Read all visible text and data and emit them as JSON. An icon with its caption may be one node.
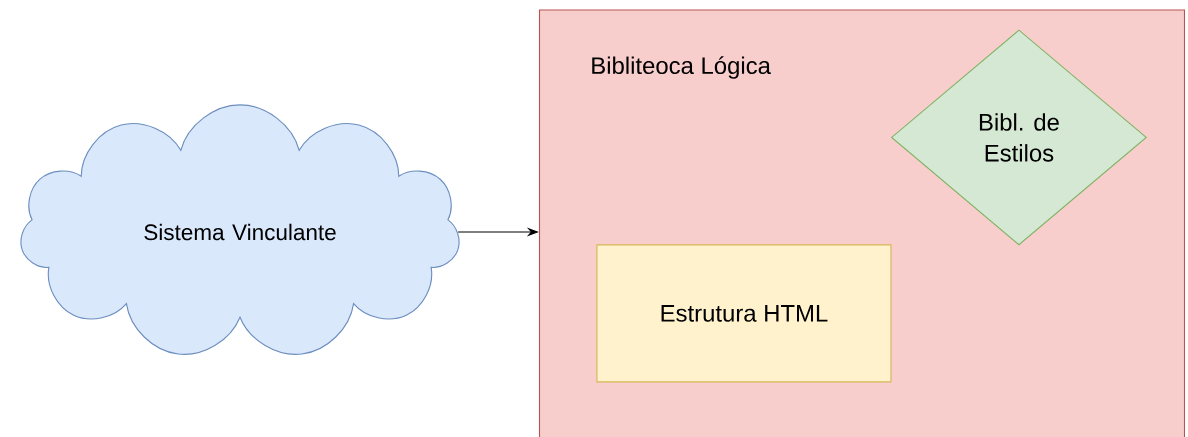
{
  "diagram": {
    "nodes": [
      {
        "text": [
          "Sistema Vinculante"
        ]
      },
      {
        "text": [
          "Bibliteoca Lógica"
        ]
      },
      {
        "text": [
          "Bibl. de Estilos"
        ],
        "in": 1
      },
      {
        "text": [
          "Estrutura HTML"
        ],
        "in": 1
      }
    ],
    "edges": [
      {
        "from": 0,
        "to": 1,
        "arrow": "to"
      }
    ]
  }
}
